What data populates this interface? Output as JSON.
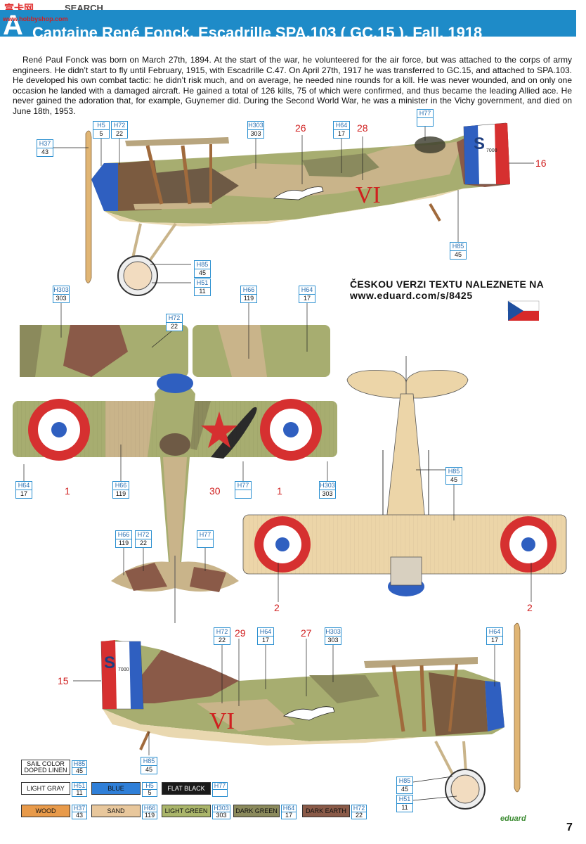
{
  "watermark": {
    "text1": "富卡网",
    "text2": "SEARCH",
    "url": "www.hobbyshop.com"
  },
  "title": {
    "letter": "A",
    "text": "Captaine René Fonck, Escadrille SPA.103 ( GC.15 ), Fall, 1918"
  },
  "intro_text": "René Paul Fonck was born on March 27th, 1894. At the start of the war, he volunteered for the air force, but was attached to the corps of army engineers. He didn’t start to fly until February, 1915, with Escadrille C.47. On April 27th, 1917 he was transferred to GC.15, and attached to SPA.103. He developed his own combat tactic: he didn’t risk much, and on average, he needed nine rounds for a kill. He was never wounded, and on only one occasion he landed with a damaged aircraft. He gained a total of 126 kills, 75 of which were confirmed, and thus became the leading Allied ace. He never gained the adoration that, for example, Guynemer did. During the Second World War, he was a minister in the Vichy government, and died on June 18th, 1953.",
  "czech": {
    "line1": "ČESKOU VERZI TEXTU NALEZNETE NA",
    "line2": "www.eduard.com/s/8425"
  },
  "codes": [
    {
      "id": "h37a",
      "t": "H37",
      "b": "43"
    },
    {
      "id": "h5a",
      "t": "H5",
      "b": "5"
    },
    {
      "id": "h72a",
      "t": "H72",
      "b": "22"
    },
    {
      "id": "h303a",
      "t": "H303",
      "b": "303"
    },
    {
      "id": "h64a",
      "t": "H64",
      "b": "17"
    },
    {
      "id": "h77a",
      "t": "H77",
      "b": ""
    },
    {
      "id": "h85a",
      "t": "H85",
      "b": "45"
    },
    {
      "id": "h85b",
      "t": "H85",
      "b": "45"
    },
    {
      "id": "h51a",
      "t": "H51",
      "b": "11"
    },
    {
      "id": "h303b",
      "t": "H303",
      "b": "303"
    },
    {
      "id": "h66a",
      "t": "H66",
      "b": "119"
    },
    {
      "id": "h64b",
      "t": "H64",
      "b": "17"
    },
    {
      "id": "h72b",
      "t": "H72",
      "b": "22"
    },
    {
      "id": "h64c",
      "t": "H64",
      "b": "17"
    },
    {
      "id": "h66b",
      "t": "H66",
      "b": "119"
    },
    {
      "id": "h77b",
      "t": "H77",
      "b": ""
    },
    {
      "id": "h303c",
      "t": "H303",
      "b": "303"
    },
    {
      "id": "h85c",
      "t": "H85",
      "b": "45"
    },
    {
      "id": "h66c",
      "t": "H66",
      "b": "119"
    },
    {
      "id": "h72c",
      "t": "H72",
      "b": "22"
    },
    {
      "id": "h77c",
      "t": "H77",
      "b": ""
    },
    {
      "id": "h72d",
      "t": "H72",
      "b": "22"
    },
    {
      "id": "h64d",
      "t": "H64",
      "b": "17"
    },
    {
      "id": "h303d",
      "t": "H303",
      "b": "303"
    },
    {
      "id": "h64e",
      "t": "H64",
      "b": "17"
    },
    {
      "id": "h85d",
      "t": "H85",
      "b": "45"
    },
    {
      "id": "h85e",
      "t": "H85",
      "b": "45"
    },
    {
      "id": "h51b",
      "t": "H51",
      "b": "11"
    }
  ],
  "numbers": [
    "26",
    "28",
    "16",
    "1",
    "30",
    "1",
    "2",
    "2",
    "29",
    "27",
    "15"
  ],
  "legend": [
    {
      "name": "SAIL COLOR\nDOPED LINEN",
      "code": "H85",
      "num": "45",
      "color": "#ffffff",
      "text": "#111"
    },
    {
      "name": "LIGHT GRAY",
      "code": "H51",
      "num": "11",
      "color": "#ffffff",
      "text": "#111"
    },
    {
      "name": "BLUE",
      "code": "H5",
      "num": "5",
      "color": "#2f7fd8",
      "text": "#111"
    },
    {
      "name": "FLAT BLACK",
      "code": "H77",
      "num": "",
      "color": "#1a1a1a",
      "text": "#ffffff"
    },
    {
      "name": "WOOD",
      "code": "H37",
      "num": "43",
      "color": "#e89a4a",
      "text": "#111"
    },
    {
      "name": "SAND",
      "code": "H66",
      "num": "119",
      "color": "#e8c79c",
      "text": "#111"
    },
    {
      "name": "LIGHT GREEN",
      "code": "H303",
      "num": "303",
      "color": "#aab56a",
      "text": "#111"
    },
    {
      "name": "DARK GREEN",
      "code": "H64",
      "num": "17",
      "color": "#8b8a5c",
      "text": "#111"
    },
    {
      "name": "DARK EARTH",
      "code": "H72",
      "num": "22",
      "color": "#8a5a48",
      "text": "#111"
    }
  ],
  "aircraft_text": {
    "letter_s": "S",
    "serial": "7000",
    "vi": "VI"
  },
  "brand": "eduard",
  "page_number": "7",
  "colors": {
    "header_blue": "#1e8bc8",
    "code_blue": "#2a8fd0",
    "red": "#d02020"
  }
}
